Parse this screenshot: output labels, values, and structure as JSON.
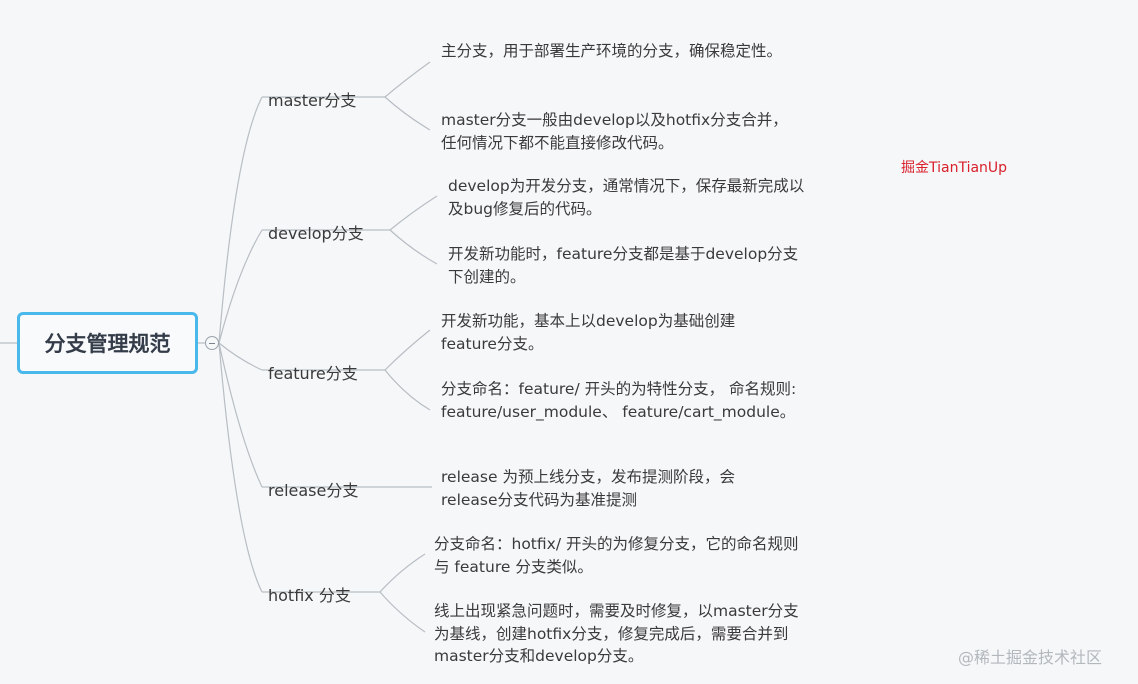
{
  "root": {
    "label": "分支管理规范"
  },
  "branches": [
    {
      "label": "master分支",
      "notes": [
        "主分支，用于部署生产环境的分支，确保稳定性。",
        "master分支一般由develop以及hotfix分支合并，任何情况下都不能直接修改代码。"
      ]
    },
    {
      "label": "develop分支",
      "notes": [
        "develop为开发分支，通常情况下，保存最新完成以及bug修复后的代码。",
        "开发新功能时，feature分支都是基于develop分支下创建的。"
      ]
    },
    {
      "label": "feature分支",
      "notes": [
        "开发新功能，基本上以develop为基础创建feature分支。",
        "分支命名：feature/ 开头的为特性分支， 命名规则: feature/user_module、 feature/cart_module。"
      ]
    },
    {
      "label": "release分支",
      "notes": [
        "release 为预上线分支，发布提测阶段，会release分支代码为基准提测"
      ]
    },
    {
      "label": "hotfix 分支",
      "notes": [
        "分支命名：hotfix/ 开头的为修复分支，它的命名规则与 feature 分支类似。",
        "线上出现紧急问题时，需要及时修复，以master分支为基线，创建hotfix分支，修复完成后，需要合并到master分支和develop分支。"
      ]
    }
  ],
  "watermarks": {
    "author": "掘金TianTianUp",
    "site": "@稀土掘金技术社区"
  },
  "colors": {
    "root_border": "#49b8ea",
    "connector": "#b8bec4",
    "author_watermark": "#d9202b",
    "site_watermark": "#b3b8bd"
  }
}
